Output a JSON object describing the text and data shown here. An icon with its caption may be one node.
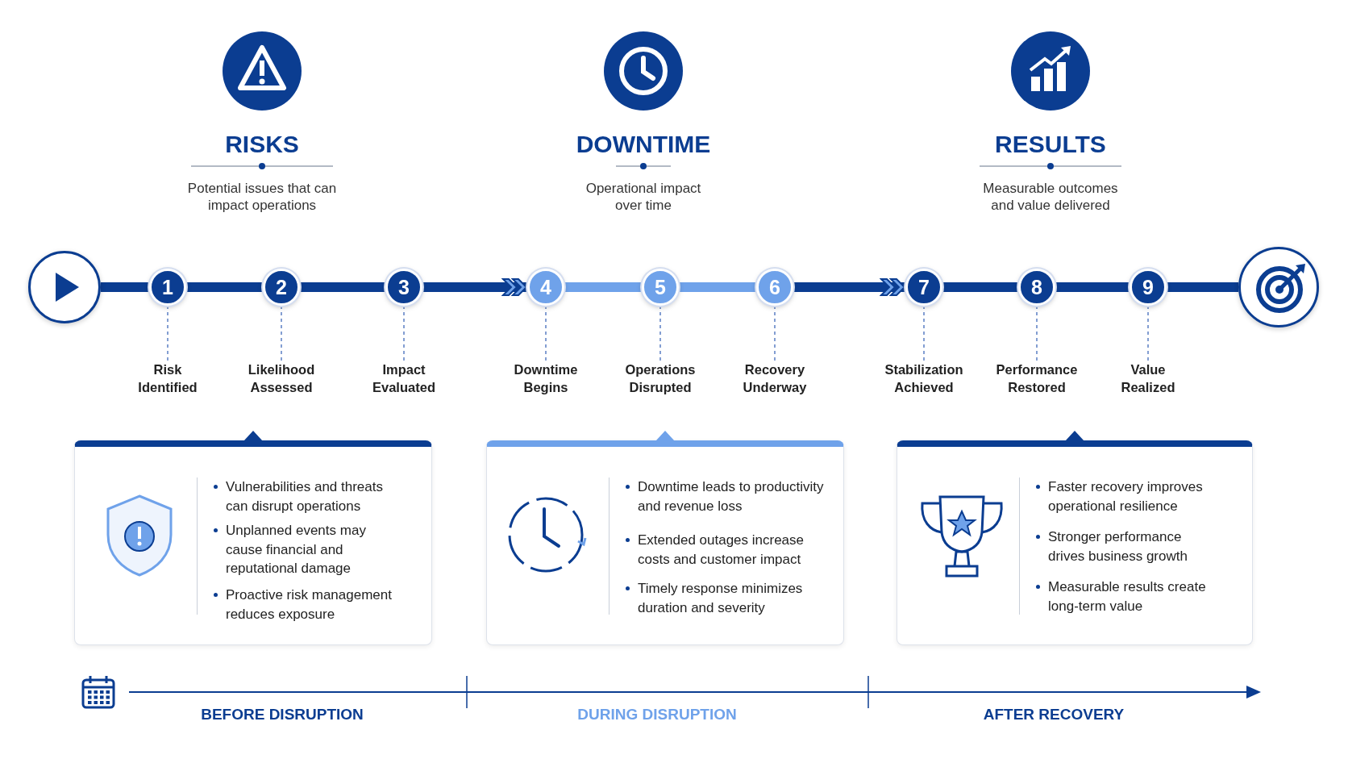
{
  "diagram": {
    "nodes": [
      {
        "text": [],
        "shape": "circle"
      },
      {
        "text": [
          "1"
        ]
      },
      {
        "text": [
          "2"
        ]
      },
      {
        "text": [
          "3"
        ]
      },
      {
        "text": [
          "4"
        ]
      },
      {
        "text": [
          "5"
        ]
      },
      {
        "text": [
          "6"
        ]
      },
      {
        "text": [
          "7"
        ]
      },
      {
        "text": [
          "8"
        ]
      },
      {
        "text": [
          "9"
        ]
      },
      {
        "text": [],
        "shape": "circle"
      },
      {
        "text": [
          "Risk Identified"
        ]
      },
      {
        "text": [
          "Likelihood Assessed"
        ]
      },
      {
        "text": [
          "Impact Evaluated"
        ]
      },
      {
        "text": [
          "Downtime Begins"
        ]
      },
      {
        "text": [
          "Operations Disrupted"
        ]
      },
      {
        "text": [
          "Recovery Underway"
        ]
      },
      {
        "text": [
          "Stabilization Achieved"
        ]
      },
      {
        "text": [
          "Performance Restored"
        ]
      },
      {
        "text": [
          "Value Realized"
        ]
      },
      {
        "text": [
          "Vulnerabilities and threats can disrupt operations",
          "Unplanned events may cause financial and reputational damage",
          "Proactive risk management reduces exposure"
        ]
      },
      {
        "text": [
          "Downtime leads to productivity and revenue loss",
          "Extended outages increase costs and customer impact",
          "Timely response minimizes duration and severity"
        ]
      },
      {
        "text": [
          "Faster recovery improves operational resilience",
          "Stronger performance drives business growth",
          "Measurable results create long-term value"
        ]
      }
    ],
    "edges": [
      {
        "from": 0,
        "to": 1,
        "arrow": "none"
      },
      {
        "from": 1,
        "to": 2,
        "arrow": "none"
      },
      {
        "from": 2,
        "to": 3,
        "arrow": "none"
      },
      {
        "from": 3,
        "to": 4,
        "arrow": "to"
      },
      {
        "from": 4,
        "to": 5,
        "arrow": "none",
        "color": "#6fa2ea"
      },
      {
        "from": 5,
        "to": 6,
        "arrow": "none",
        "color": "#6fa2ea"
      },
      {
        "from": 6,
        "to": 7,
        "arrow": "to"
      },
      {
        "from": 7,
        "to": 8,
        "arrow": "none"
      },
      {
        "from": 8,
        "to": 9,
        "arrow": "none"
      },
      {
        "from": 9,
        "to": 10,
        "arrow": "none"
      },
      {
        "from": 1,
        "to": 11,
        "arrow": "none",
        "style": "dashed"
      },
      {
        "from": 2,
        "to": 12,
        "arrow": "none",
        "style": "dashed"
      },
      {
        "from": 3,
        "to": 13,
        "arrow": "none",
        "style": "dashed"
      },
      {
        "from": 4,
        "to": 14,
        "arrow": "none",
        "style": "dashed"
      },
      {
        "from": 5,
        "to": 15,
        "arrow": "none",
        "style": "dashed"
      },
      {
        "from": 6,
        "to": 16,
        "arrow": "none",
        "style": "dashed"
      },
      {
        "from": 7,
        "to": 17,
        "arrow": "none",
        "style": "dashed"
      },
      {
        "from": 8,
        "to": 18,
        "arrow": "none",
        "style": "dashed"
      },
      {
        "from": 9,
        "to": 19,
        "arrow": "none",
        "style": "dashed"
      }
    ],
    "labels": [
      "RISKS",
      "Potential issues that can impact operations",
      "DOWNTIME",
      "Operational impact over time",
      "RESULTS",
      "Measurable outcomes and value delivered",
      "BEFORE DISRUPTION",
      "DURING DISRUPTION",
      "AFTER RECOVERY"
    ]
  }
}
